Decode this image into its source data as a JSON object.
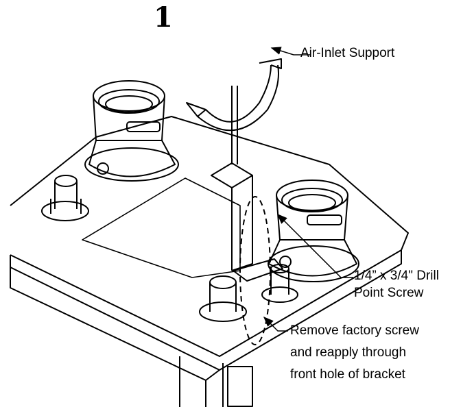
{
  "step_number": "1",
  "callouts": {
    "air_inlet_support": "Air-Inlet Support",
    "drill_screw_line1": "1/4” x 3/4\" Drill",
    "drill_screw_line2": "Point Screw",
    "remove_screw_line1": "Remove factory screw",
    "remove_screw_line2": "and reapply through",
    "remove_screw_line3": "front hole of bracket"
  }
}
